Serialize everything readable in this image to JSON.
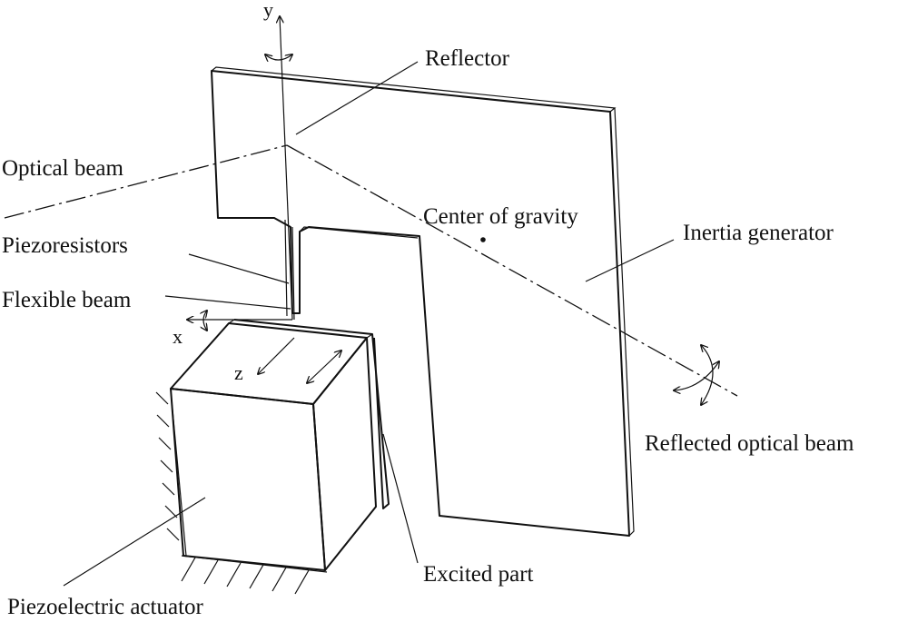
{
  "labels": {
    "reflector": "Reflector",
    "optical_beam": "Optical beam",
    "center_of_gravity": "Center of gravity",
    "inertia_generator": "Inertia generator",
    "piezoresistors": "Piezoresistors",
    "flexible_beam": "Flexible beam",
    "reflected_optical_beam": "Reflected optical beam",
    "excited_part": "Excited part",
    "piezoelectric_actuator": "Piezoelectric actuator"
  },
  "axes": {
    "y": "y",
    "x": "x",
    "z": "z"
  }
}
